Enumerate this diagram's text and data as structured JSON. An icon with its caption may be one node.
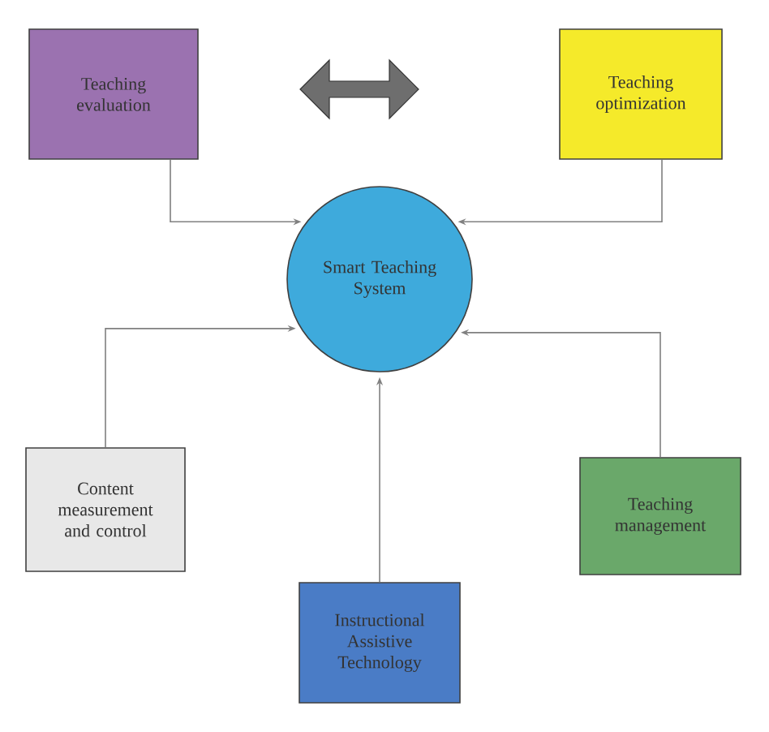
{
  "diagram": {
    "nodes": [
      {
        "text": [
          "Teaching evaluation"
        ]
      },
      {
        "text": [
          "Teaching optimization"
        ]
      },
      {
        "text": [
          "Smart Teaching System"
        ]
      },
      {
        "text": [
          "Content measurement and control"
        ]
      },
      {
        "text": [
          "Teaching management"
        ]
      },
      {
        "text": [
          "Instructional Assistive Technology"
        ]
      }
    ],
    "edges": [
      {
        "from": 0,
        "to": 2,
        "arrow": "to"
      },
      {
        "from": 1,
        "to": 2,
        "arrow": "to"
      },
      {
        "from": 3,
        "to": 2,
        "arrow": "to"
      },
      {
        "from": 4,
        "to": 2,
        "arrow": "to"
      },
      {
        "from": 5,
        "to": 2,
        "arrow": "to"
      }
    ]
  }
}
